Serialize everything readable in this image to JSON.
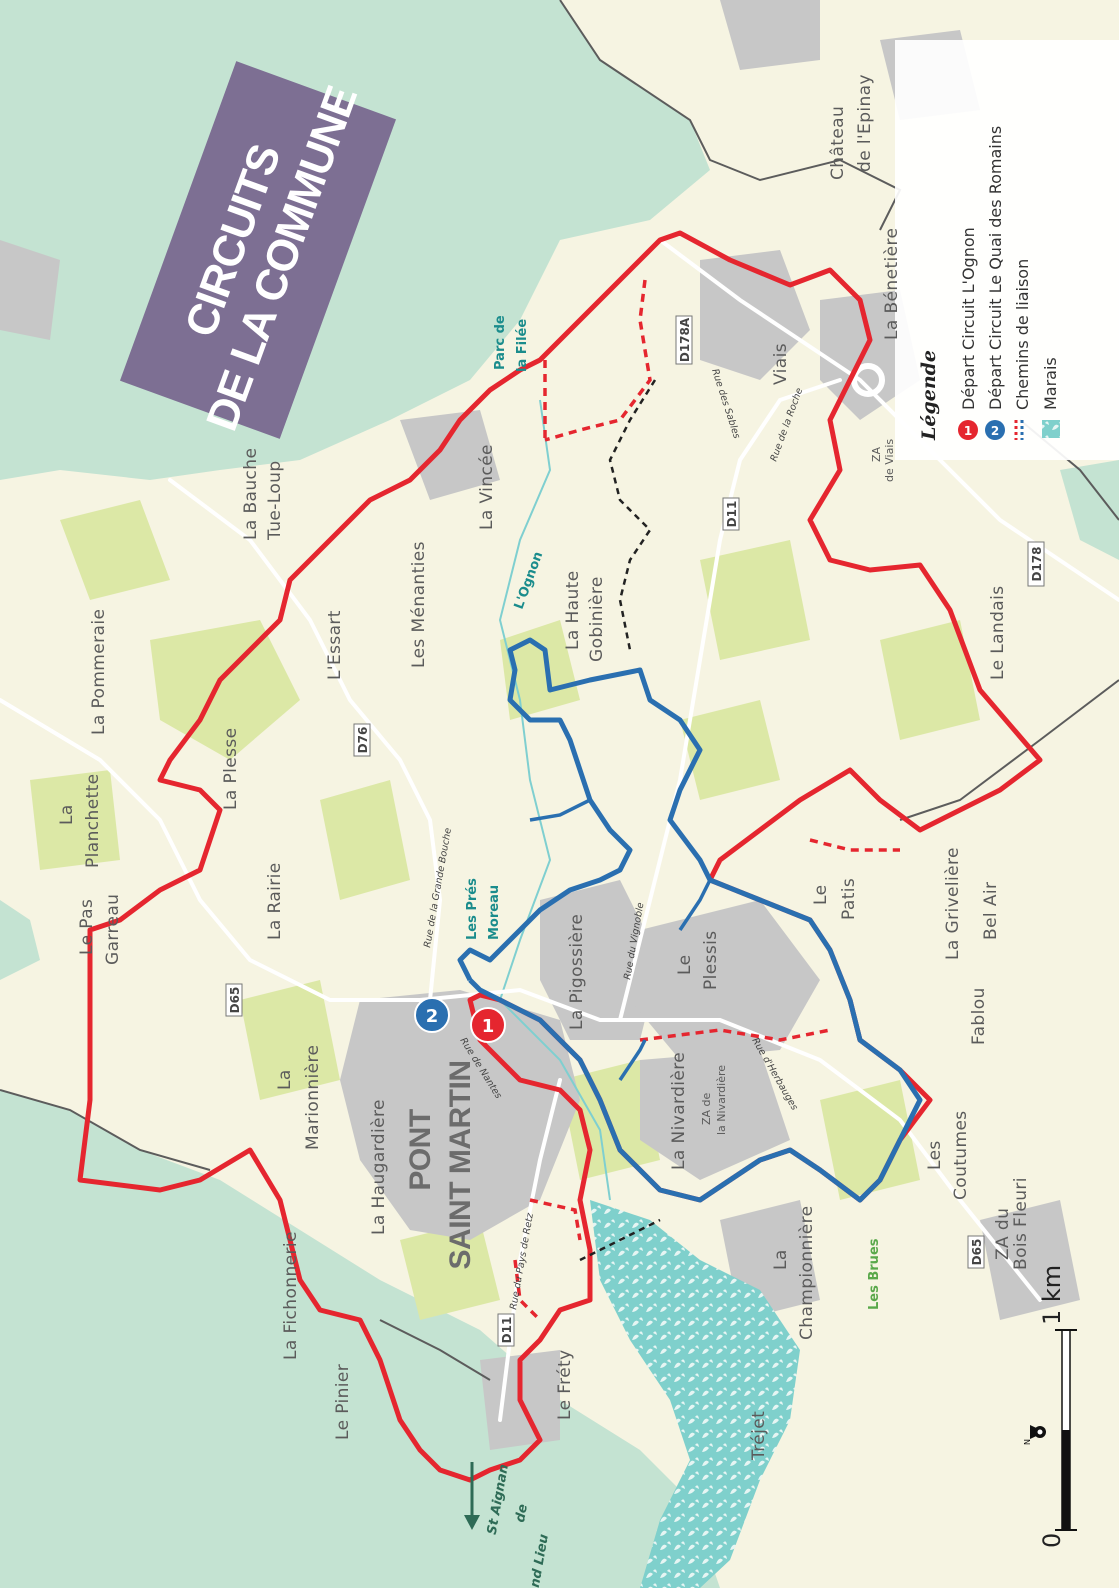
{
  "title": {
    "line1": "CIRCUITS",
    "line2": "DE LA COMMUNE"
  },
  "town": {
    "line1": "PONT",
    "line2": "SAINT MARTIN"
  },
  "legend": {
    "heading": "Légende",
    "items": [
      {
        "marker": "1",
        "label": "Départ Circuit L'Ognon",
        "color": "#e5262f"
      },
      {
        "marker": "2",
        "label": "Départ Circuit Le Quai des Romains",
        "color": "#2a6fb0"
      },
      {
        "marker": "",
        "label": "Chemins de liaison",
        "color": "#e5262f"
      },
      {
        "marker": "",
        "label": "Marais",
        "color": "#78c9c4"
      }
    ]
  },
  "markers": {
    "start1": "1",
    "start2": "2"
  },
  "places": {
    "p01": "Château",
    "p01b": "de l'Epinay",
    "p02": "La Bénetière",
    "p03": "Viais",
    "p04": "ZA",
    "p04b": "de Viais",
    "p05": "Le Landais",
    "p06": "La Haute",
    "p06b": "Gobinière",
    "p07": "La Vincée",
    "p08": "Les Ménanties",
    "p09": "L'Essart",
    "p10": "La Bauche",
    "p10b": "Tue-Loup",
    "p11": "La Pommeraie",
    "p12": "La",
    "p12b": "Planchette",
    "p13": "La Plesse",
    "p14": "Le Pas",
    "p14b": "Garreau",
    "p15": "La Rairie",
    "p16": "La",
    "p16b": "Marionnière",
    "p17": "La Haugardière",
    "p18": "La Fichonnerie",
    "p19": "Le Pinier",
    "p20": "Le Fréty",
    "p21": "La Pigossière",
    "p22": "Le",
    "p22b": "Plessis",
    "p23": "Le",
    "p23b": "Patis",
    "p24": "La Grivelière",
    "p25": "Bel Air",
    "p26": "Fablou",
    "p27": "Les",
    "p27b": "Coutumes",
    "p28": "ZA du",
    "p28b": "Bois Fleuri",
    "p29": "La",
    "p29b": "Championnière",
    "p30": "Tréjet",
    "p31": "La Nivardière",
    "p32": "ZA de",
    "p32b": "la Nivardière"
  },
  "features": {
    "f1": "Parc de",
    "f1b": "la Filée",
    "f2": "Les Prés",
    "f2b": "Moreau",
    "f3": "Les Brues",
    "river": "L'Ognon"
  },
  "streets": {
    "s1": "Rue des Sables",
    "s2": "Rue de la Roche",
    "s3": "Rue de la Grande Bouche",
    "s4": "Rue du Vignoble",
    "s5": "Rue d'Herbauges",
    "s6": "Rue de Nantes",
    "s7": "Rue du Pays de Retz"
  },
  "roads": {
    "r1": "D178A",
    "r2": "D11",
    "r3": "D178",
    "r4": "D76",
    "r5": "D65",
    "r6": "D65",
    "r7": "D11"
  },
  "direction": {
    "line1": "St Aignan",
    "line2": "de",
    "line3": "Grand Lieu"
  },
  "scale": {
    "zero": "0",
    "one": "1 km",
    "north": "N"
  },
  "colors": {
    "circuit1": "#e5262f",
    "circuit2": "#2a6fb0",
    "banner": "#7d6f93",
    "water": "#8fd3cc",
    "forest": "#c6e4d4",
    "field": "#f6f4e2",
    "crop": "#dfe9a8",
    "urban": "#c9c9c9"
  }
}
